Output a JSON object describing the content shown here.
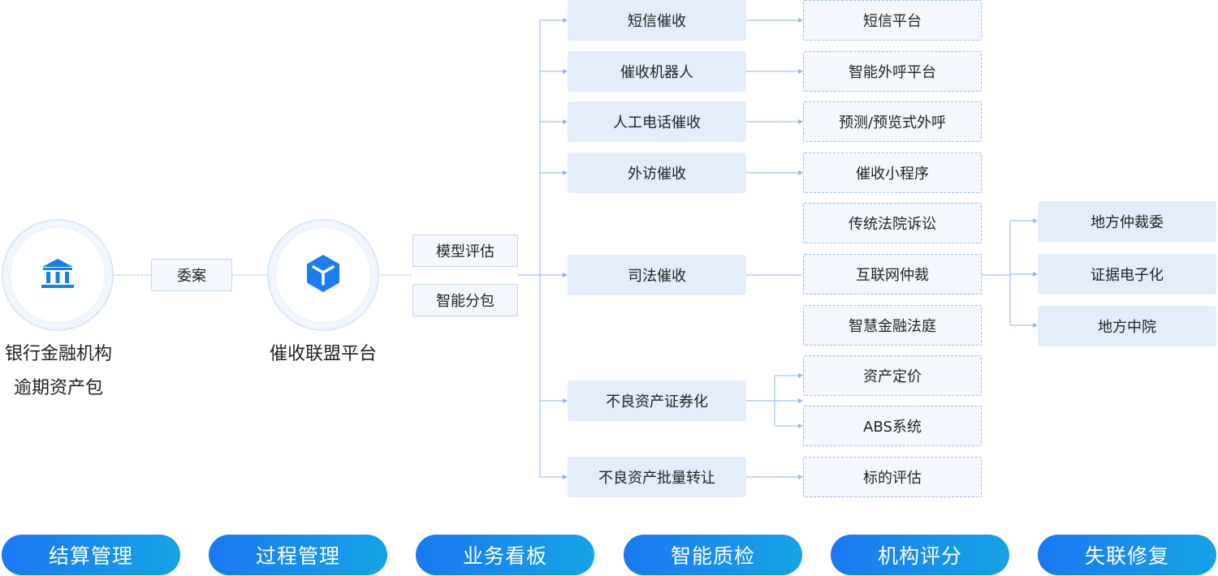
{
  "colors": {
    "line": "#8fb6e8",
    "box_fill": "#e3edfb",
    "dashed_fill": "#f4f8fe",
    "pill_start": "#1a78f2",
    "pill_end": "#16a3e6",
    "icon": "#1a7ef0"
  },
  "source": {
    "line1": "银行金融机构",
    "line2": "逾期资产包",
    "icon": "bank-icon"
  },
  "entrust_label": "委案",
  "platform": {
    "label": "催收联盟平台",
    "icon": "cube-icon"
  },
  "platform_tools": [
    "模型评估",
    "智能分包"
  ],
  "channels": [
    {
      "label": "短信催收",
      "targets": [
        "短信平台"
      ]
    },
    {
      "label": "催收机器人",
      "targets": [
        "智能外呼平台"
      ]
    },
    {
      "label": "人工电话催收",
      "targets": [
        "预测/预览式外呼"
      ]
    },
    {
      "label": "外访催收",
      "targets": [
        "催收小程序"
      ]
    },
    {
      "label": "司法催收",
      "targets": [
        "传统法院诉讼",
        "互联网仲裁",
        "智慧金融法庭"
      ]
    },
    {
      "label": "不良资产证券化",
      "targets": [
        "资产定价",
        "ABS系统"
      ]
    },
    {
      "label": "不良资产批量转让",
      "targets": [
        "标的评估"
      ]
    }
  ],
  "arbitration_targets": [
    "地方仲裁委",
    "证据电子化",
    "地方中院"
  ],
  "features": [
    "结算管理",
    "过程管理",
    "业务看板",
    "智能质检",
    "机构评分",
    "失联修复"
  ]
}
